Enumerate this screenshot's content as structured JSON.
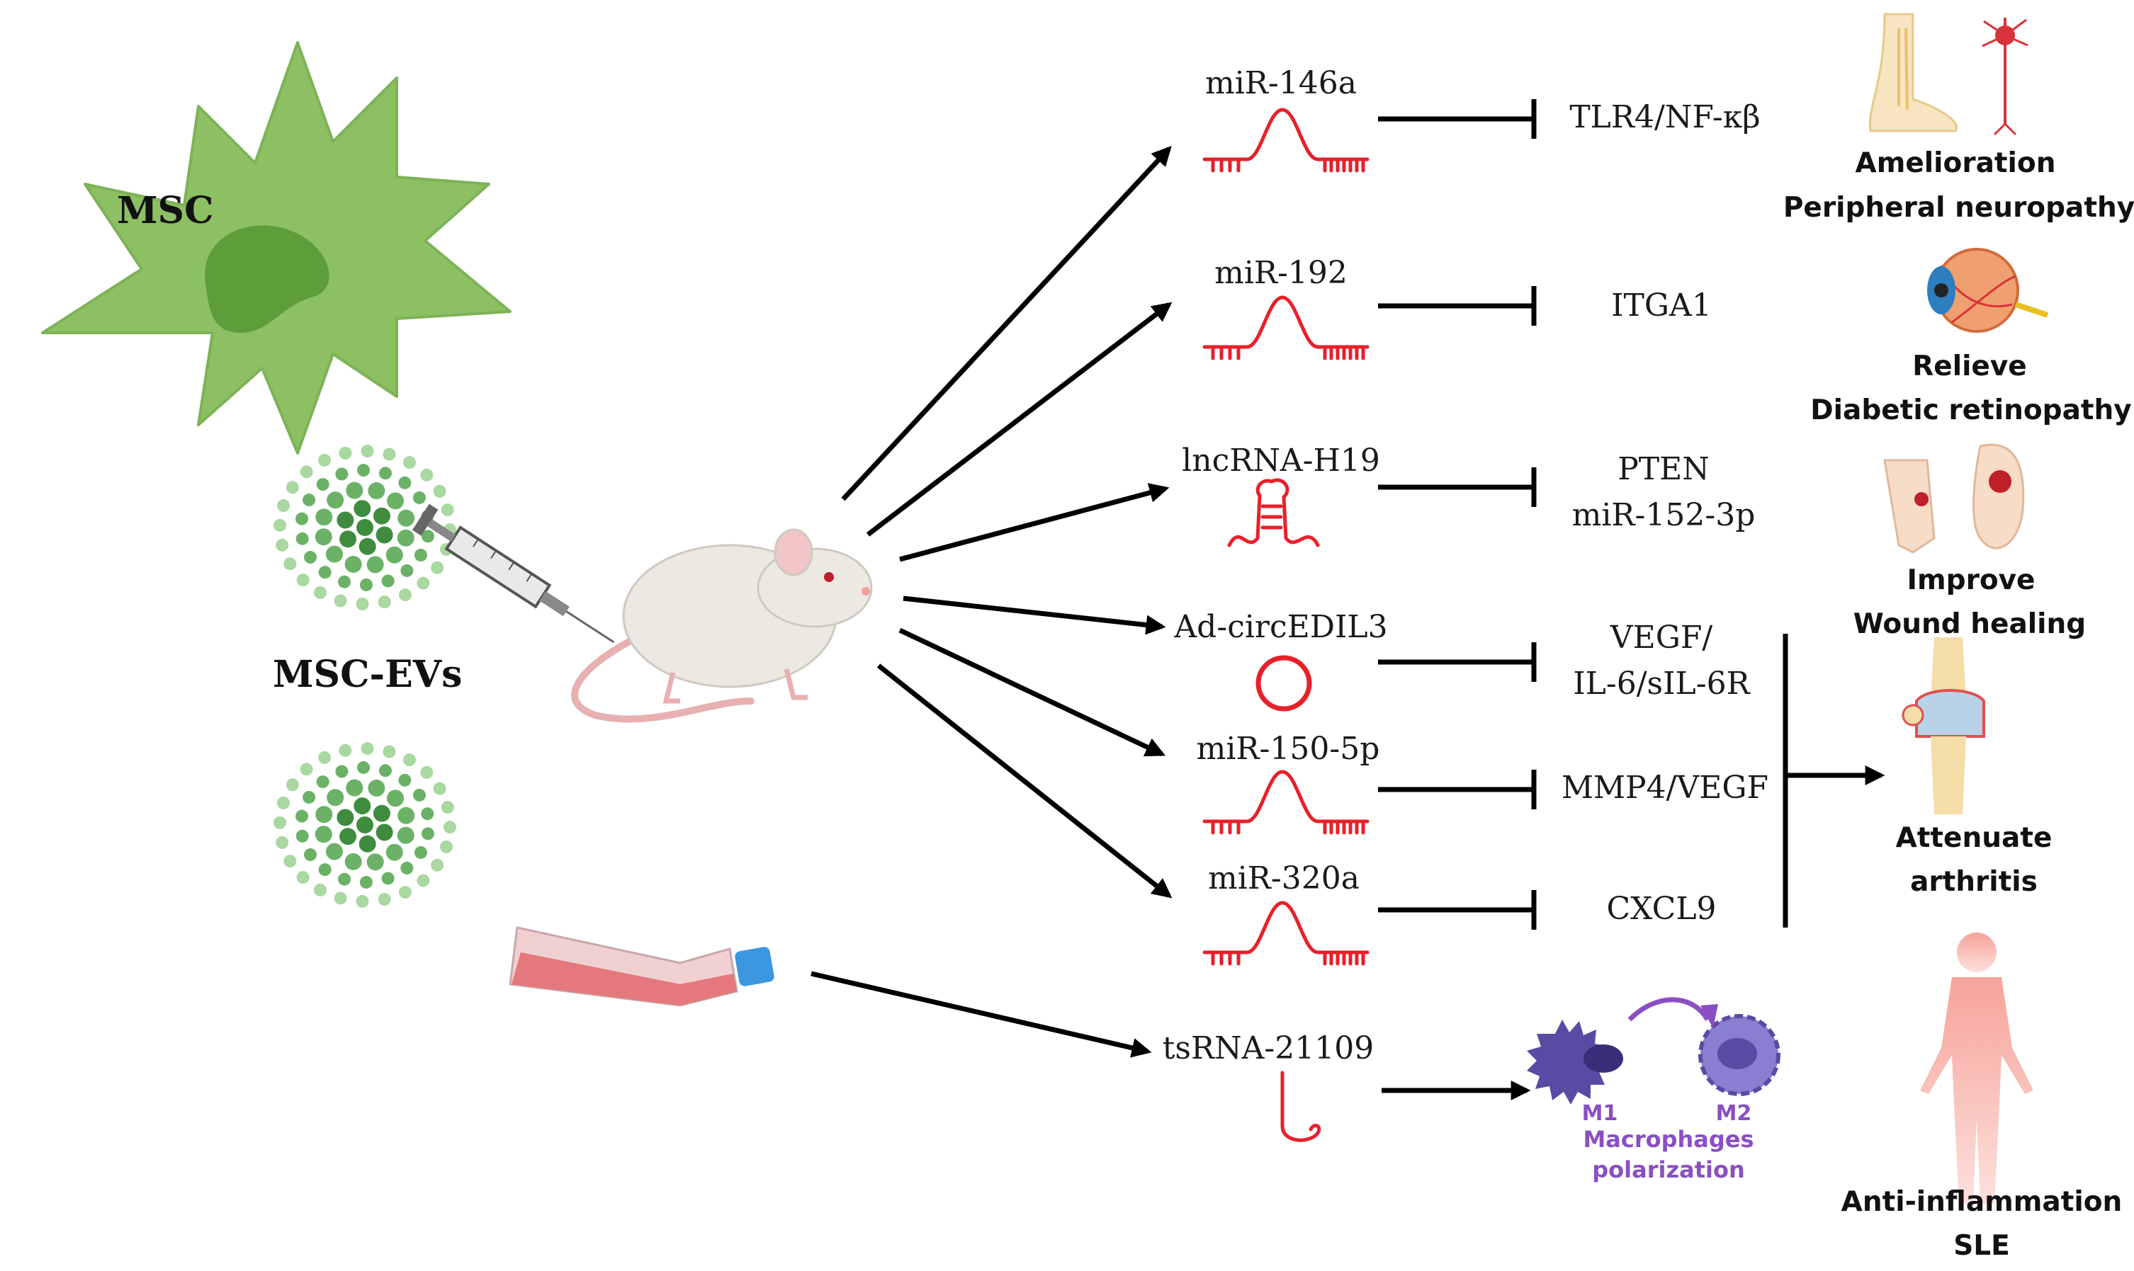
{
  "sources": {
    "msc": "MSC",
    "msc_evs": "MSC-EVs"
  },
  "pathways": [
    {
      "rna": "miR-146a",
      "target": "TLR4/NF-κβ"
    },
    {
      "rna": "miR-192",
      "target": "ITGA1"
    },
    {
      "rna": "lncRNA-H19",
      "target_line1": "PTEN",
      "target_line2": "miR-152-3p"
    },
    {
      "rna": "Ad-circEDIL3",
      "target_line1": "VEGF/",
      "target_line2": "IL-6/sIL-6R"
    },
    {
      "rna": "miR-150-5p",
      "target": "MMP4/VEGF"
    },
    {
      "rna": "miR-320a",
      "target": "CXCL9"
    },
    {
      "rna": "tsRNA-21109"
    }
  ],
  "macrophage": {
    "m1": "M1",
    "m2": "M2",
    "line1": "Macrophages",
    "line2": "polarization"
  },
  "outcomes": [
    {
      "line1": "Amelioration",
      "line2": "Peripheral neuropathy"
    },
    {
      "line1": "Relieve",
      "line2": "Diabetic retinopathy"
    },
    {
      "line1": "Improve",
      "line2": "Wound healing"
    },
    {
      "line1": "Attenuate",
      "line2": "arthritis"
    },
    {
      "line1": "Anti-inflammation",
      "line2": "SLE"
    }
  ],
  "colors": {
    "cell": "#8cc063",
    "nucleus": "#5e9e3a",
    "rna": "#e8202a",
    "macrophage": "#5b4aa3",
    "purple_text": "#8a4fc1"
  }
}
